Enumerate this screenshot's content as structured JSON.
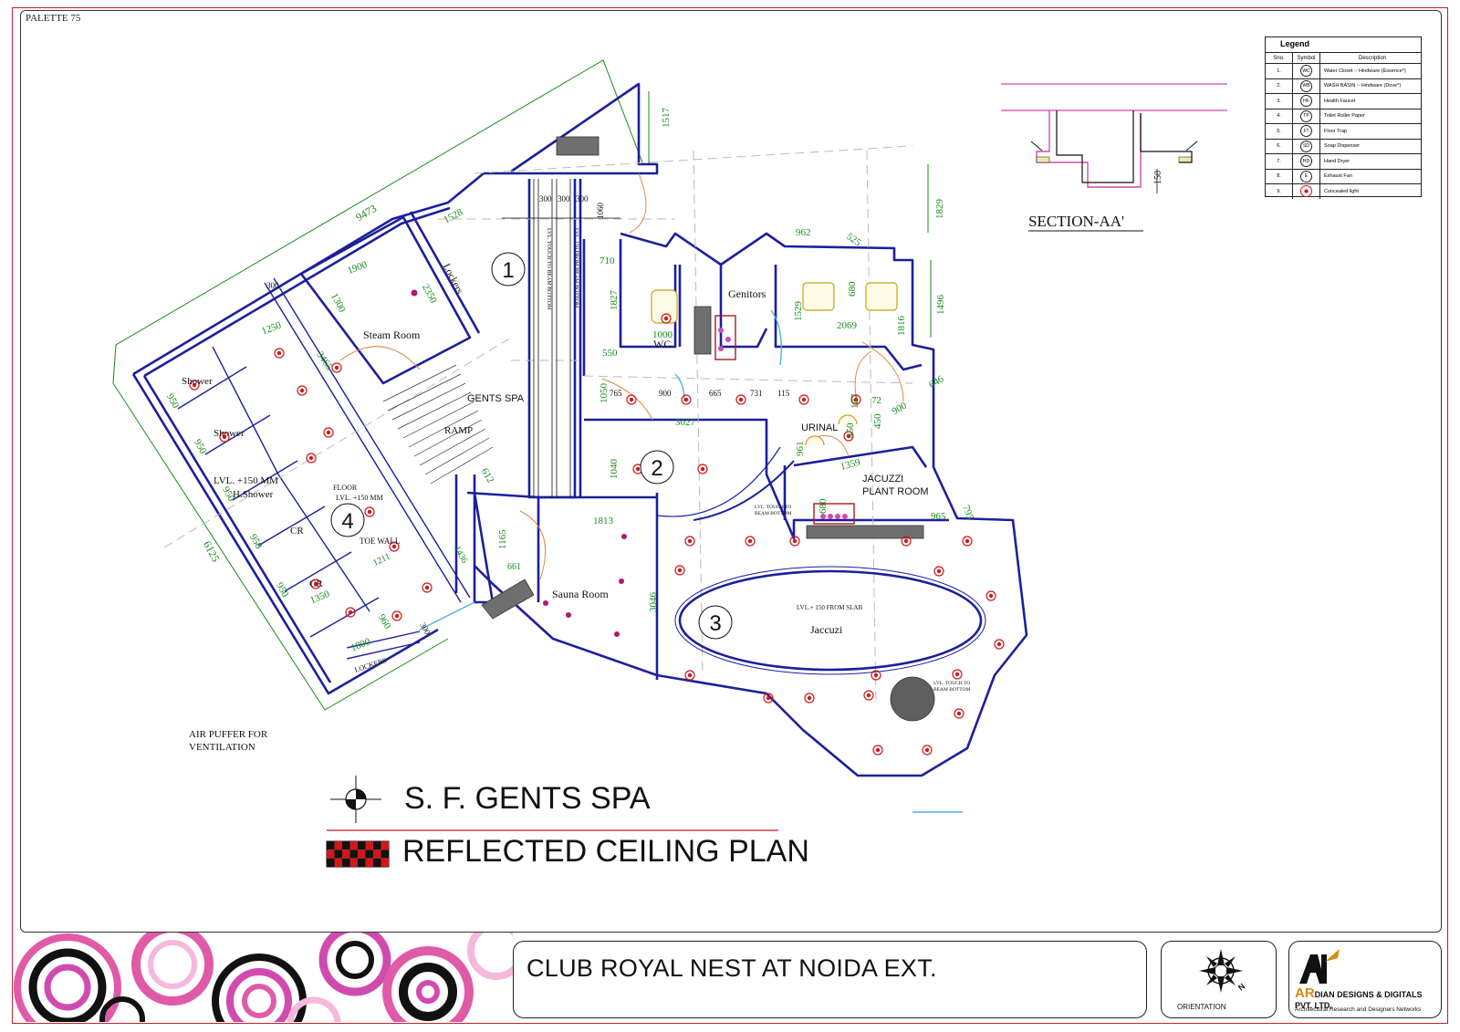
{
  "sheet": {
    "palette_label": "PALETTE 75",
    "project_title": "CLUB ROYAL NEST AT NOIDA EXT.",
    "orientation_label": "ORIENTATION",
    "company_mark": "AR",
    "company_name": "DIAN DESIGNS & DIGITALS PVT. LTD.",
    "company_tagline": "Architectural Research and Designers Networks"
  },
  "drawing_title": {
    "line1": "S. F. GENTS SPA",
    "line2": "REFLECTED CEILING PLAN"
  },
  "section": {
    "title": "SECTION-AA'",
    "dim": "150"
  },
  "legend": {
    "title": "Legend",
    "headers": [
      "Sno.",
      "Symbol",
      "Description"
    ],
    "rows": [
      {
        "sno": "1.",
        "symbol": "WC",
        "desc": "Water Closet :- Hindware (Essence*)"
      },
      {
        "sno": "2.",
        "symbol": "WB",
        "desc": "WASH BASIN :- Hindware (Dove*)"
      },
      {
        "sno": "3.",
        "symbol": "HF",
        "desc": "Health Faucet"
      },
      {
        "sno": "4.",
        "symbol": "TP",
        "desc": "Toilet Roller Paper"
      },
      {
        "sno": "5.",
        "symbol": "FT",
        "desc": "Floor Trap"
      },
      {
        "sno": "6.",
        "symbol": "SD",
        "desc": "Soap Dispenser"
      },
      {
        "sno": "7.",
        "symbol": "HD",
        "desc": "Hand Dryer"
      },
      {
        "sno": "8.",
        "symbol": "E",
        "desc": "Exhaust Fan"
      },
      {
        "sno": "9.",
        "symbol": "",
        "desc": "Concealed light"
      }
    ]
  },
  "rooms": {
    "steam": "Steam Room",
    "lockers_top": "Lockers",
    "gents_spa": "GENTS SPA",
    "ramp": "RAMP",
    "shower1": "Shower",
    "shower2": "Shower",
    "lvl_150": "LVL. +150 MM",
    "h_shower": "H.Shower",
    "floor": "FLOOR",
    "floor_lvl": "LVL. +150 MM",
    "cr1": "CR",
    "cr2": "CR",
    "toe_wall": "TOE WALL",
    "lockers_bottom": "LOCKERS",
    "air_puffer_1": "AIR PUFFER FOR",
    "air_puffer_2": "VENTILATION",
    "genitors": "Genitors",
    "wc": "WC",
    "urinal": "URINAL",
    "jacuzzi_plant_1": "JACUZZI",
    "jacuzzi_plant_2": "PLANT ROOM",
    "sauna": "Sauna Room",
    "jaccuzi": "Jaccuzi",
    "jaccuzi_lvl": "LVL.+ 150 FROM SLAB",
    "lvl_touch_1a": "LVL. TOUCH TO",
    "lvl_touch_1b": "BEAM BOTTOM",
    "lvl_touch_2a": "LVL. TOUCH TO",
    "lvl_touch_2b": "BEAM BOTTOM",
    "beam_note_1": "LVL. TOUCH TO BEAM BOTTOM",
    "beam_note_2": "LVL. 150 FROM BEAM BOTTOM"
  },
  "zones": [
    "1",
    "2",
    "3",
    "4"
  ],
  "dimensions": {
    "d9473": "9473",
    "d1517": "1517",
    "d1829": "1829",
    "d1528": "1528",
    "d300a": "300",
    "d300b": "300",
    "d300c": "300",
    "d1060": "1060",
    "d1900": "1900",
    "d2350": "2350",
    "d1300": "1300",
    "d300": "300",
    "d1250": "1250",
    "d3465": "3465",
    "d950a": "950",
    "d950b": "950",
    "d950c": "950",
    "d950d": "950",
    "d950e": "950",
    "d6125": "6125",
    "d710": "710",
    "d1827": "1827",
    "d550": "550",
    "d1000": "1000",
    "d962": "962",
    "d525": "525",
    "d680": "680",
    "d1529": "1529",
    "d2069": "2069",
    "d1816": "1816",
    "d1496": "1496",
    "d1050": "1050",
    "d765": "765",
    "d900a": "900",
    "d665": "665",
    "d731": "731",
    "d115": "115",
    "d3027": "3027",
    "d646": "646",
    "d900b": "900",
    "d187": "187",
    "d72": "72",
    "d450a": "450",
    "d450b": "450",
    "d961": "961",
    "d1359": "1359",
    "d680b": "680",
    "d965": "965",
    "d795": "795",
    "d1040": "1040",
    "d612": "612",
    "d1813": "1813",
    "d1165": "1165",
    "d661": "661",
    "d1436": "1436",
    "d1211": "1211",
    "d3046": "3046",
    "d1350": "1350",
    "d960": "960",
    "d300d": "300",
    "d1800": "1800"
  },
  "colors": {
    "wall": "#1c1f9c",
    "dimension": "#1a8a1a",
    "light": "#d01818",
    "frame": "#c0202a",
    "accent_magenta": "#d14ab0",
    "logo_orange": "#d88a10"
  }
}
